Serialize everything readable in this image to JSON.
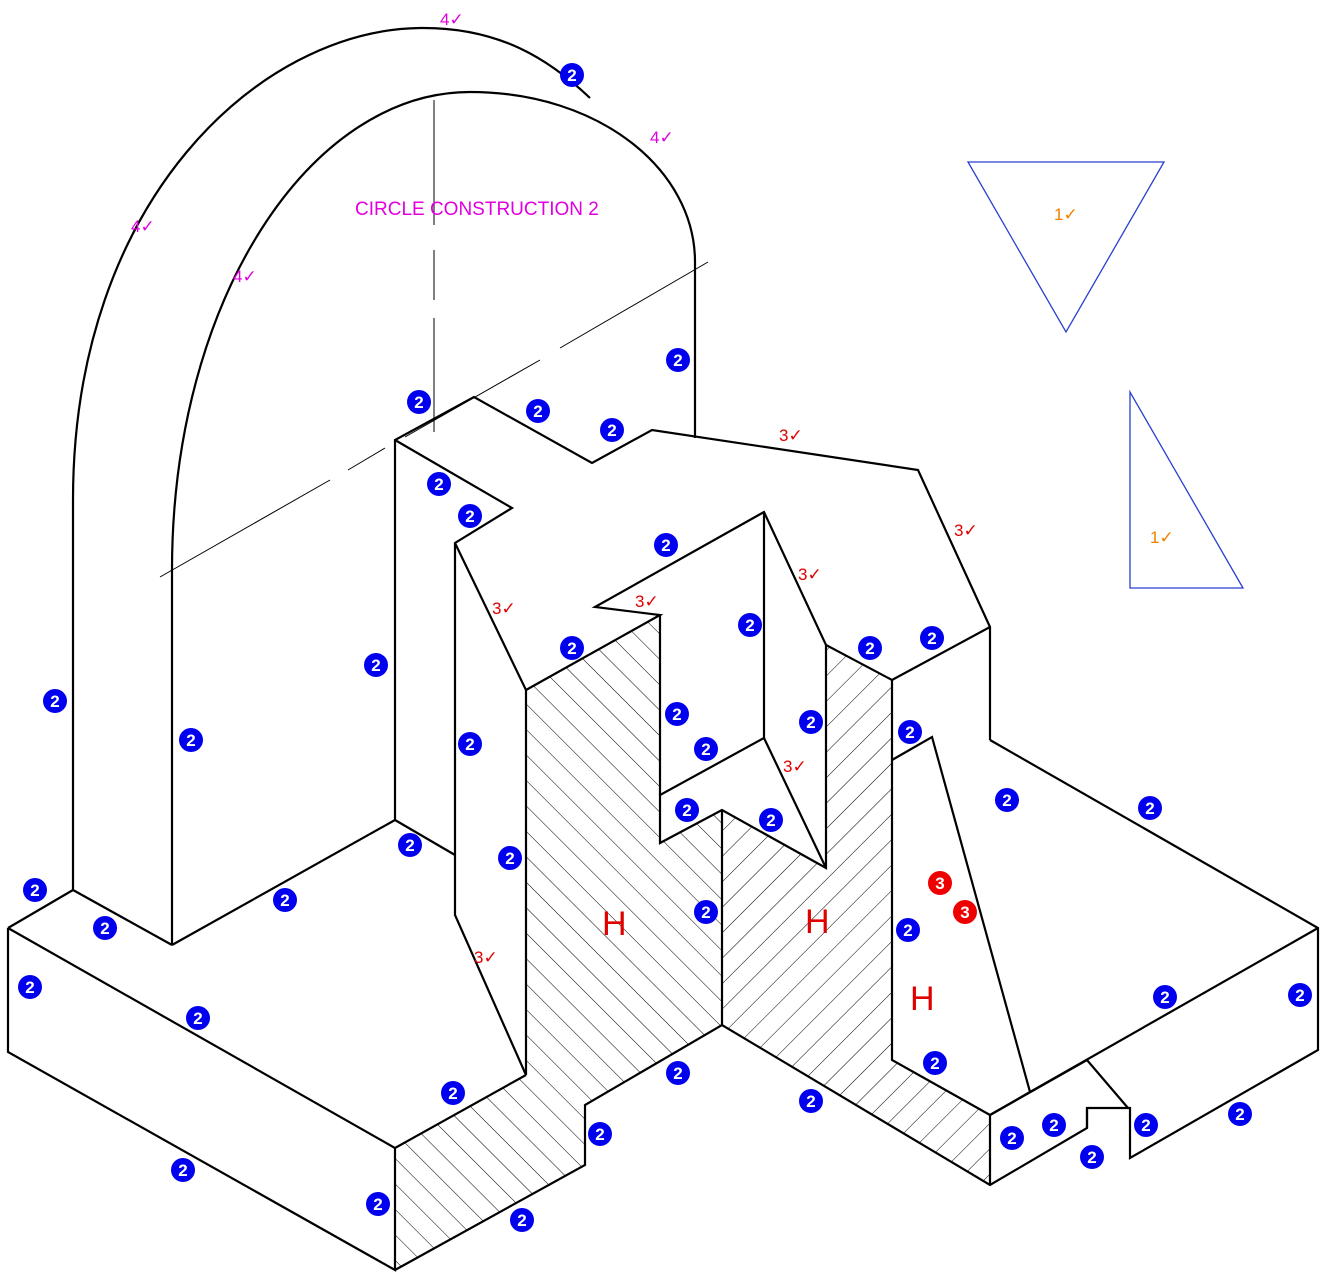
{
  "colors": {
    "line": "#000000",
    "marker_fill": "#0000ee",
    "marker_fill_alt": "#ee0000",
    "marker_text": "#ffffff",
    "tick_level_3": "#e00000",
    "tick_level_4": "#e000e0",
    "tick_level_1": "#f08000",
    "template_outline": "#2a3fd0",
    "section_label": "#e00000"
  },
  "caption": "CIRCLE CONSTRUCTION 2",
  "section_label": "H",
  "tick_glyph": "✓",
  "marker_labels": {
    "blue": "2",
    "red": "3"
  },
  "tick_labels": {
    "level_3": "3",
    "level_4": "4",
    "level_1": "1"
  },
  "icons": {
    "marker": "numbered-circle-icon",
    "tick": "check-mark-icon",
    "template": "triangle-template-icon"
  }
}
